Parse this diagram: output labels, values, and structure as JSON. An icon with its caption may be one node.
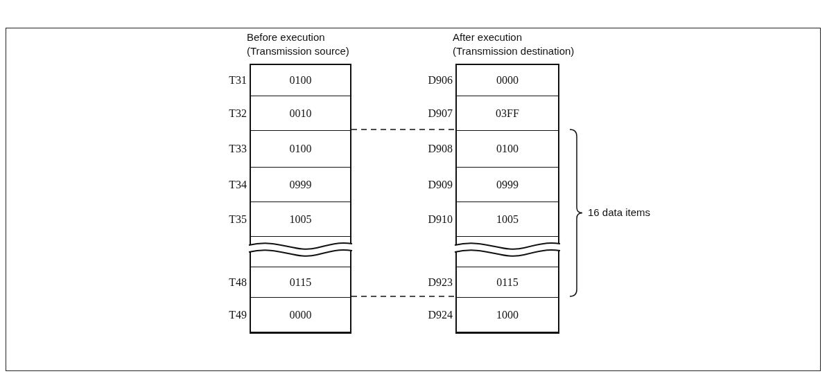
{
  "diagram": {
    "nodes": [
      {
        "text": [
          "Before execution (Transmission source)"
        ]
      },
      {
        "text": [
          "0100"
        ],
        "beside": [
          "T31"
        ],
        "in": 0
      },
      {
        "text": [
          "0010"
        ],
        "beside": [
          "T32"
        ],
        "in": 0
      },
      {
        "text": [
          "0100"
        ],
        "beside": [
          "T33"
        ],
        "in": 0
      },
      {
        "text": [
          "0999"
        ],
        "beside": [
          "T34"
        ],
        "in": 0
      },
      {
        "text": [
          "1005"
        ],
        "beside": [
          "T35"
        ],
        "in": 0
      },
      {
        "text": [
          "0115"
        ],
        "beside": [
          "T48"
        ],
        "in": 0
      },
      {
        "text": [
          "0000"
        ],
        "beside": [
          "T49"
        ],
        "in": 0
      },
      {
        "text": [
          "After execution (Transmission destination)"
        ]
      },
      {
        "text": [
          "0000"
        ],
        "beside": [
          "D906"
        ],
        "in": 8
      },
      {
        "text": [
          "03FF"
        ],
        "beside": [
          "D907"
        ],
        "in": 8
      },
      {
        "text": [
          "0100"
        ],
        "beside": [
          "D908"
        ],
        "in": 8
      },
      {
        "text": [
          "0999"
        ],
        "beside": [
          "D909"
        ],
        "in": 8
      },
      {
        "text": [
          "1005"
        ],
        "beside": [
          "D910"
        ],
        "in": 8
      },
      {
        "text": [
          "0115"
        ],
        "beside": [
          "D923"
        ],
        "in": 8
      },
      {
        "text": [
          "1000"
        ],
        "beside": [
          "D924"
        ],
        "in": 8
      }
    ],
    "edges": [
      {
        "from": 0,
        "to": 8,
        "arrow": "none",
        "style": "dashed"
      },
      {
        "from": 0,
        "to": 8,
        "arrow": "none",
        "style": "dashed"
      }
    ],
    "labels": [
      "16 data items"
    ]
  }
}
